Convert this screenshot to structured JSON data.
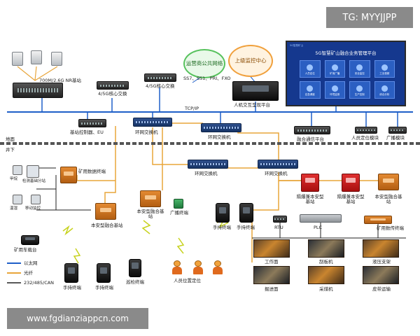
{
  "watermarks": {
    "top": "TG: MYYJJPP",
    "bottom": "www.fgdianziappcn.com"
  },
  "clouds": {
    "carrier": "运营商公共网络",
    "monitor": "上级监控中心"
  },
  "platform": {
    "title": "5G智慧矿山融合业务管理平台",
    "tag": "5G智慧矿山",
    "tiles": [
      "人员定位",
      "矿用广播",
      "安全监控",
      "工业视频",
      "应急调度",
      "环境监测",
      "生产控制",
      "综合分析"
    ]
  },
  "labels": {
    "nr_bts": "700M/2.6G NR基站",
    "core_4g5g_1": "4/5G核心交换",
    "core_4g5g_2": "4/5G核心交换",
    "protocols": "SS7、SS1、PRI、FXO",
    "hmi": "人机交互呈现平台",
    "tcpip": "TCP/IP",
    "bsc": "基站控制器、EU",
    "ring_switch_1": "环网交换机",
    "ring_switch_2": "环网交换机",
    "ring_switch_3": "环网交换机",
    "ring_switch_4": "环网交换机",
    "fusion_platform": "融合通信平台",
    "positioning_module": "人员定位模块",
    "broadcast_module": "广播模块",
    "surface": "地面",
    "underground": "井下",
    "mine_terminal": "矿用数据终端",
    "sensor_1": "甲烷",
    "sensor_2": "检测基础分站",
    "sensor_3": "温湿",
    "sensor_4": "移动监控",
    "fusion_bts_1": "本安型融合基站",
    "fusion_bts_2": "本安型融合基站",
    "fusion_bts_3": "本安型融合基站",
    "broadcast_terminal": "广播终端",
    "handset_1": "手持终端",
    "handset_2": "手持终端",
    "handset_3": "手持终端",
    "handset_4": "手持终端",
    "inspection_terminal": "巡检终端",
    "vehicle_terminal": "矿用车载台",
    "personnel_positioning": "人员位置定位",
    "explosion_bts_1": "隔爆兼本安型基站",
    "explosion_bts_2": "隔爆兼本安型基站",
    "mine_switch_terminal": "矿用数传终端",
    "rtu": "RTU",
    "plc": "PLC",
    "scene_1": "工作面",
    "scene_2": "刮板机",
    "scene_3": "液压支架",
    "scene_4": "掘进面",
    "scene_5": "采煤机",
    "scene_6": "皮带运输"
  },
  "legend": {
    "ethernet": "以太网",
    "fiber": "光纤",
    "serial": "232/485/CAN"
  },
  "colors": {
    "bus": "#1f5fc8",
    "fiber": "#e8a53a",
    "ethernet": "#1f5fc8",
    "serial": "#222222",
    "wireless": "#c7d21e"
  }
}
